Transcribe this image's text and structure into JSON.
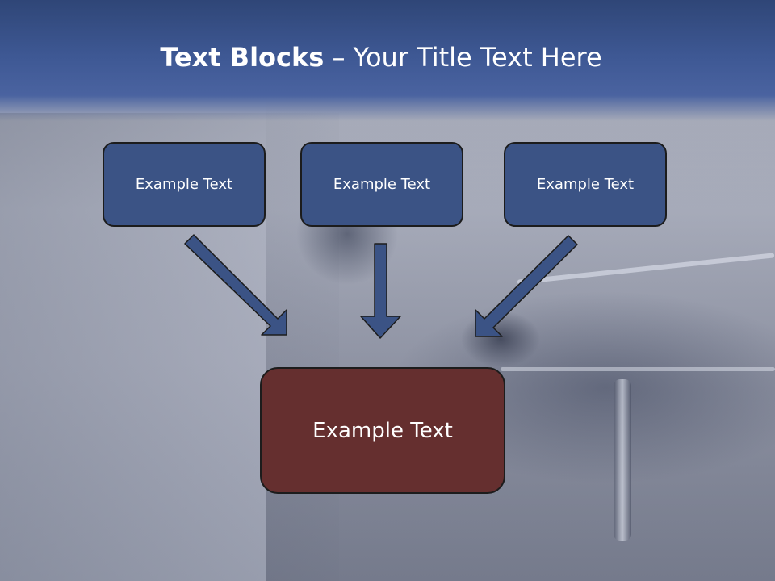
{
  "title": {
    "bold_part": "Text Blocks",
    "separator": " – ",
    "rest": "Your Title Text Here"
  },
  "blocks": {
    "top": [
      {
        "label": "Example Text"
      },
      {
        "label": "Example Text"
      },
      {
        "label": "Example Text"
      }
    ],
    "bottom": {
      "label": "Example Text"
    }
  },
  "colors": {
    "header_blue": "#3e5894",
    "top_box_fill": "#3b5385",
    "bottom_box_fill": "#652f2f",
    "arrow_fill": "#3b5385",
    "outline": "#1c1c1c"
  }
}
